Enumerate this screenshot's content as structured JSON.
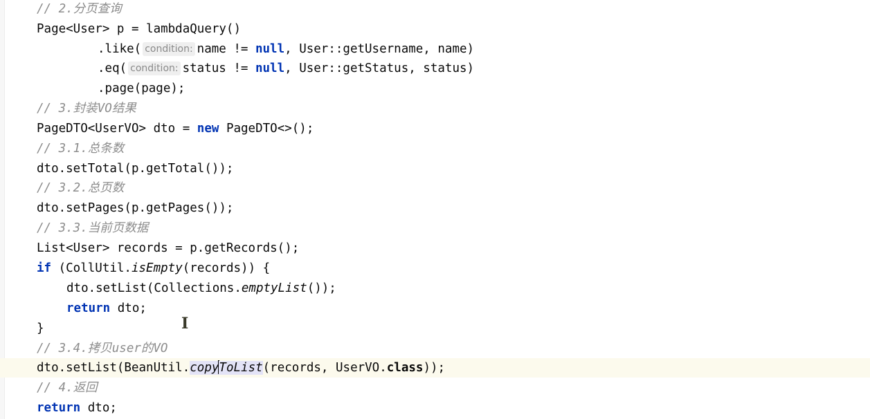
{
  "editor": {
    "language": "java",
    "lines": {
      "l1": {
        "comment": "// 2.分页查询"
      },
      "l2": {
        "text": "Page<User> p = lambdaQuery()"
      },
      "l3": {
        "pre": ".like(",
        "hint": "condition:",
        "post": "name != ",
        "kw": "null",
        "rest": ", User::getUsername, name)"
      },
      "l4": {
        "pre": ".eq(",
        "hint": "condition:",
        "post": "status != ",
        "kw": "null",
        "rest": ", User::getStatus, status)"
      },
      "l5": {
        "text": ".page(page);"
      },
      "l6": {
        "comment": "// 3.封装VO结果"
      },
      "l7": {
        "pre": "PageDTO<UserVO> dto = ",
        "kw": "new",
        "rest": " PageDTO<>();"
      },
      "l8": {
        "comment": "// 3.1.总条数"
      },
      "l9": {
        "text": "dto.setTotal(p.getTotal());"
      },
      "l10": {
        "comment": "// 3.2.总页数"
      },
      "l11": {
        "text": "dto.setPages(p.getPages());"
      },
      "l12": {
        "comment": "// 3.3.当前页数据"
      },
      "l13": {
        "text": "List<User> records = p.getRecords();"
      },
      "l14": {
        "kw": "if",
        "pre": " (CollUtil.",
        "st": "isEmpty",
        "rest": "(records)) {"
      },
      "l15": {
        "pre": "dto.setList(Collections.",
        "st": "emptyList",
        "rest": "());"
      },
      "l16": {
        "kw": "return",
        "rest": " dto;"
      },
      "l17": {
        "text": "}"
      },
      "l18": {
        "comment": "// 3.4.拷贝user的VO"
      },
      "l19": {
        "pre": "dto.setList(BeanUtil.",
        "st1": "copy",
        "st2": "ToList",
        "mid": "(records, UserVO.",
        "kw": "class",
        "rest": "));"
      },
      "l20": {
        "comment": "// 4.返回"
      },
      "l21": {
        "kw": "return",
        "rest": " dto;"
      }
    },
    "mouse_cursor": "I"
  }
}
